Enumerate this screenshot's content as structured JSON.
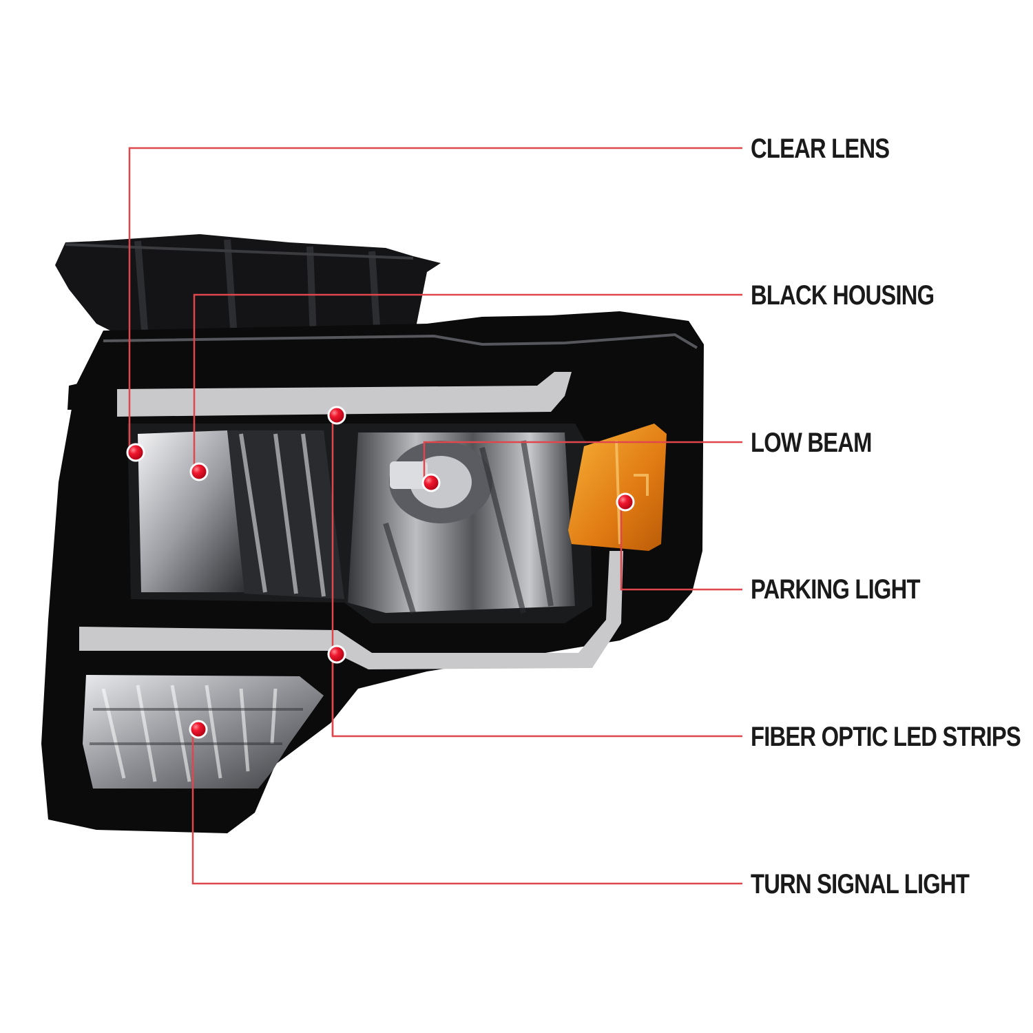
{
  "callouts": [
    {
      "label": "CLEAR LENS"
    },
    {
      "label": "BLACK HOUSING"
    },
    {
      "label": "LOW BEAM"
    },
    {
      "label": "PARKING LIGHT"
    },
    {
      "label": "FIBER OPTIC LED STRIPS"
    },
    {
      "label": "TURN SIGNAL LIGHT"
    }
  ],
  "colors": {
    "leader_line": "#e0474c",
    "marker_dot": "#e8112d",
    "housing": "#0b0b0b",
    "led_strip": "#c9c9cc",
    "amber": "#e8901c"
  }
}
